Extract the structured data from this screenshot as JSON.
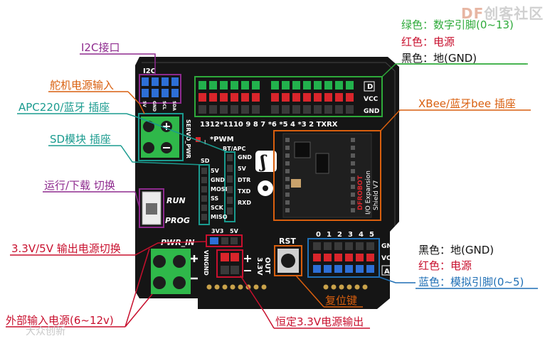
{
  "brand": {
    "df": "DF",
    "name": "创客社区"
  },
  "watermark": "大众创新",
  "legend_top": {
    "green": "绿色：数字引脚(0~13)",
    "red": "红色：电源",
    "black": "黑色：地(GND)"
  },
  "legend_bottom": {
    "black": "黑色：地(GND)",
    "red": "红色：电源",
    "blue": "蓝色：模拟引脚(0~5)"
  },
  "callouts": {
    "i2c": "I2C接口",
    "servo_power": "舵机电源输入",
    "apc220": "APC220/蓝牙 插座",
    "sd_module": "SD模块 插座",
    "run_download": "运行/下载 切换",
    "power_select": "3.3V/5V 输出电源切换",
    "external_power": "外部输入电源(6~12v)",
    "xbee": "XBee/蓝牙bee 插座",
    "reset": "复位键",
    "out33": "恒定3.3V电源输出"
  },
  "board": {
    "i2c_title": "I2C",
    "i2c_pins": [
      "5V",
      "GND",
      "SCL",
      "SDA"
    ],
    "digital_row_labels": [
      "D",
      "VCC",
      "GND"
    ],
    "digital_numbers": "1312*1110 9 8    7  *6 *5 4    *3 2 TXRX",
    "pwm_note": "*PWM",
    "led_label": "L",
    "servo_pwr": "SERVO_PWR",
    "bt_apc": "BT/APC",
    "bt_pins": [
      "GND",
      "5V",
      "DTR",
      "TXD",
      "RXD"
    ],
    "sd_title": "SD",
    "sd_pins": [
      "5V",
      "GND",
      "MOSI",
      "SS",
      "SCK",
      "MISO"
    ],
    "run": "RUN",
    "prog": "PROG",
    "pwr_in": "PWR_IN",
    "v3v3": "3V3",
    "v5": "5V",
    "vin_gnd": "VINGND",
    "out_33v": "3.3V",
    "out": "OUT",
    "rst": "RST",
    "analog_numbers": [
      "0",
      "1",
      "2",
      "3",
      "4",
      "5"
    ],
    "analog_row_labels": [
      "GND",
      "VCC",
      "A"
    ],
    "shield_text": [
      "DFROBOT",
      "I/O Expansion",
      "Shield V7"
    ]
  },
  "colors": {
    "board": "#151515",
    "green_pin": "#22b14c",
    "red_pin": "#d9252b",
    "blue_pin": "#2d6fd6",
    "dark_pin": "#3a3a3a",
    "purple": "#8e2a8e",
    "orange": "#d95f0e",
    "teal": "#1a9b8f",
    "darkred": "#c8102e",
    "blue_line": "#1f6fb5",
    "green_line": "#2eaa3a"
  }
}
